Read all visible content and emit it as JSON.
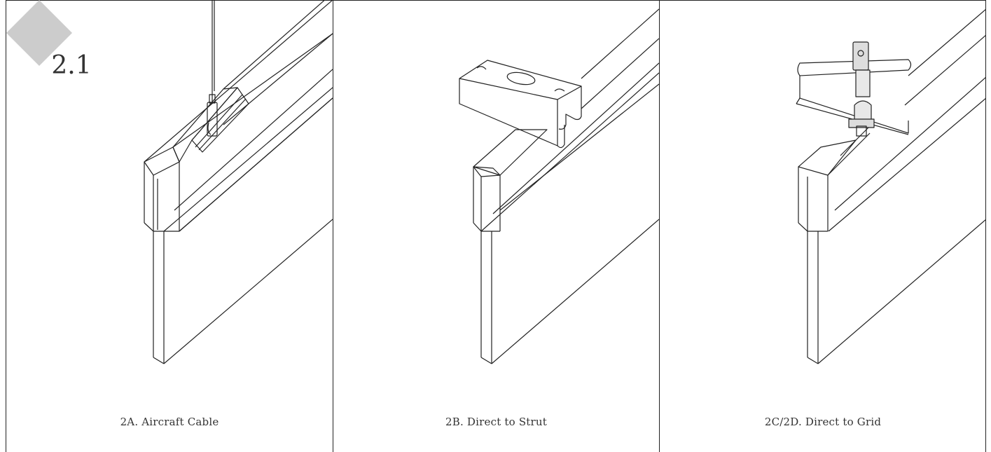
{
  "badge": {
    "label": "2.1"
  },
  "panels": [
    {
      "caption": "2A. Aircraft Cable"
    },
    {
      "caption": "2B. Direct to Strut"
    },
    {
      "caption": "2C/2D. Direct to Grid"
    }
  ],
  "colors": {
    "line": "#222222",
    "badge_fill": "#cccccc",
    "caption": "#333333"
  }
}
